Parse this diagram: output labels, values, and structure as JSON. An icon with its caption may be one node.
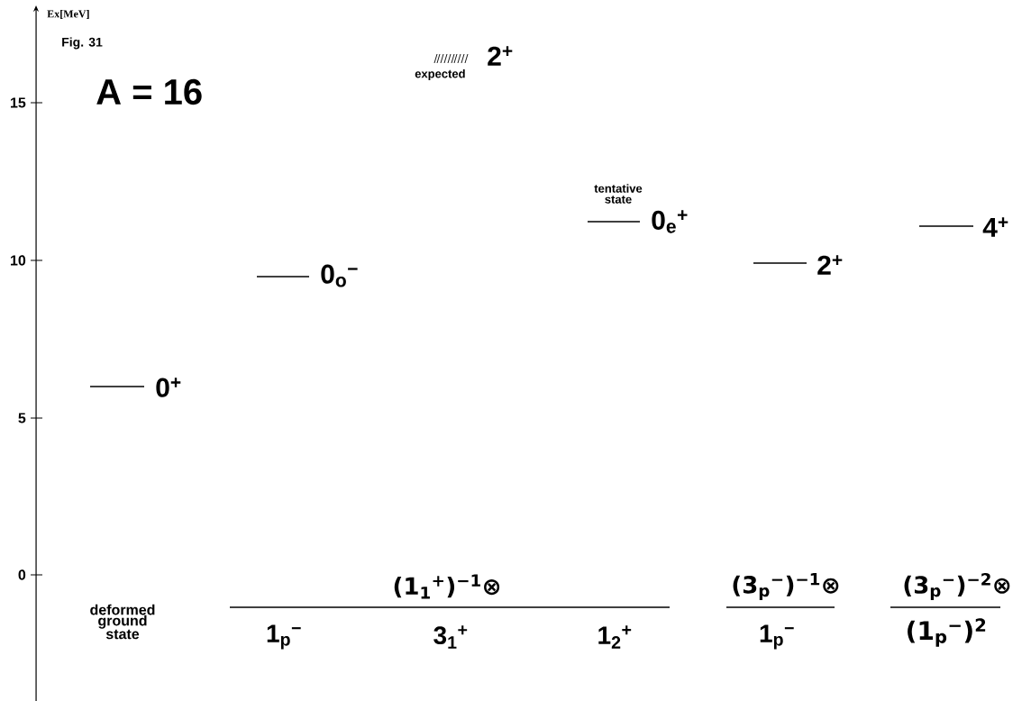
{
  "diagram": {
    "title": "A = 16",
    "labels": [
      "Ex[MeV]",
      "Fig. 31",
      "2$^{+}$",
      "expected",
      "15",
      "tentative state",
      "0$_{e}$$^{+}$",
      "4$^{+}$",
      "2$^{+}$",
      "10",
      "0$_{o}$$^{−}$",
      "0$^{+}$",
      "5",
      "0",
      "(1$_{1}$$^{+}$)$^{−1}$⊗",
      "(3$_{p}$$^{−}$)$^{−1}$⊗",
      "(3$_{p}$$^{−}$)$^{−2}$⊗",
      "deformed ground state",
      "1$_{p}$$^{−}$",
      "3$_{1}$$^{+}$",
      "1$_{2}$$^{+}$",
      "1$_{p}$$^{−}$",
      "(1$_{p}$$^{−}$)$^{2}$"
    ]
  }
}
